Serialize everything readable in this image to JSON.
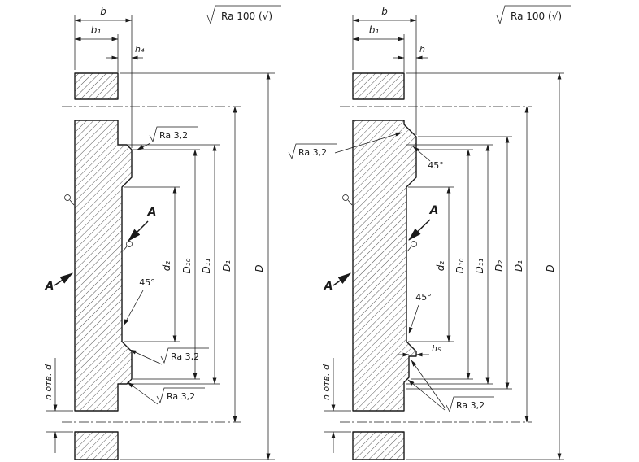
{
  "page": {
    "background": "#ffffff",
    "line_color": "#1a1a1a"
  },
  "left_view": {
    "roughness_note": {
      "text": "Ra 100",
      "suffix": "(√)"
    },
    "dims": {
      "b": "b",
      "b1": "b₁",
      "h4": "h₄",
      "d2": "d₂",
      "D10": "D₁₀",
      "D11": "D₁₁",
      "D1": "D₁",
      "D": "D"
    },
    "chamfer_label": "45°",
    "section_label": "A",
    "holes_label": "n отв. d",
    "ra_marks": [
      "Ra 3,2",
      "Ra 3,2",
      "Ra 3,2"
    ]
  },
  "right_view": {
    "roughness_note": {
      "text": "Ra 100",
      "suffix": "(√)"
    },
    "dims": {
      "b": "b",
      "b1": "b₁",
      "h": "h",
      "h5": "h₅",
      "d2": "d₂",
      "D10": "D₁₀",
      "D11": "D₁₁",
      "D2": "D₂",
      "D1": "D₁",
      "D": "D"
    },
    "chamfer_label_top": "45°",
    "chamfer_label_mid": "45°",
    "section_label": "A",
    "holes_label": "n отв. d",
    "ra_marks": [
      "Ra 3,2",
      "Ra 3,2"
    ]
  }
}
